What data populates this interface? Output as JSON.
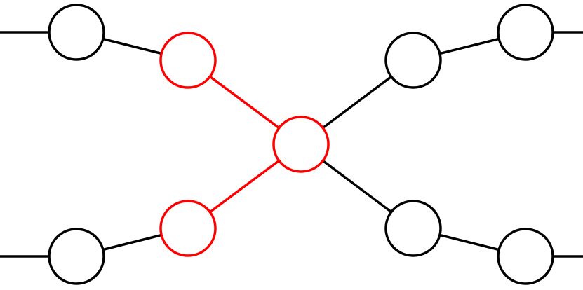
{
  "colors": {
    "background": "#ffffff",
    "default": "#000000",
    "highlight": "#ff0000"
  },
  "nodes": [
    {
      "id": "center",
      "highlighted": true
    },
    {
      "id": "upper-left-inner",
      "highlighted": true
    },
    {
      "id": "lower-left-inner",
      "highlighted": true
    },
    {
      "id": "upper-left-outer",
      "highlighted": false
    },
    {
      "id": "lower-left-outer",
      "highlighted": false
    },
    {
      "id": "upper-right-inner",
      "highlighted": false
    },
    {
      "id": "lower-right-inner",
      "highlighted": false
    },
    {
      "id": "upper-right-outer",
      "highlighted": false
    },
    {
      "id": "lower-right-outer",
      "highlighted": false
    }
  ],
  "edges": [
    {
      "from": "center",
      "to": "upper-left-inner",
      "highlighted": true
    },
    {
      "from": "center",
      "to": "lower-left-inner",
      "highlighted": true
    },
    {
      "from": "center",
      "to": "upper-right-inner",
      "highlighted": false
    },
    {
      "from": "center",
      "to": "lower-right-inner",
      "highlighted": false
    },
    {
      "from": "upper-left-inner",
      "to": "upper-left-outer",
      "highlighted": false
    },
    {
      "from": "lower-left-inner",
      "to": "lower-left-outer",
      "highlighted": false
    },
    {
      "from": "upper-right-inner",
      "to": "upper-right-outer",
      "highlighted": false
    },
    {
      "from": "lower-right-inner",
      "to": "lower-right-outer",
      "highlighted": false
    },
    {
      "from": "upper-left-outer",
      "to": "left-edge-top",
      "highlighted": false
    },
    {
      "from": "lower-left-outer",
      "to": "left-edge-bottom",
      "highlighted": false
    },
    {
      "from": "upper-right-outer",
      "to": "right-edge-top",
      "highlighted": false
    },
    {
      "from": "lower-right-outer",
      "to": "right-edge-bottom",
      "highlighted": false
    }
  ]
}
